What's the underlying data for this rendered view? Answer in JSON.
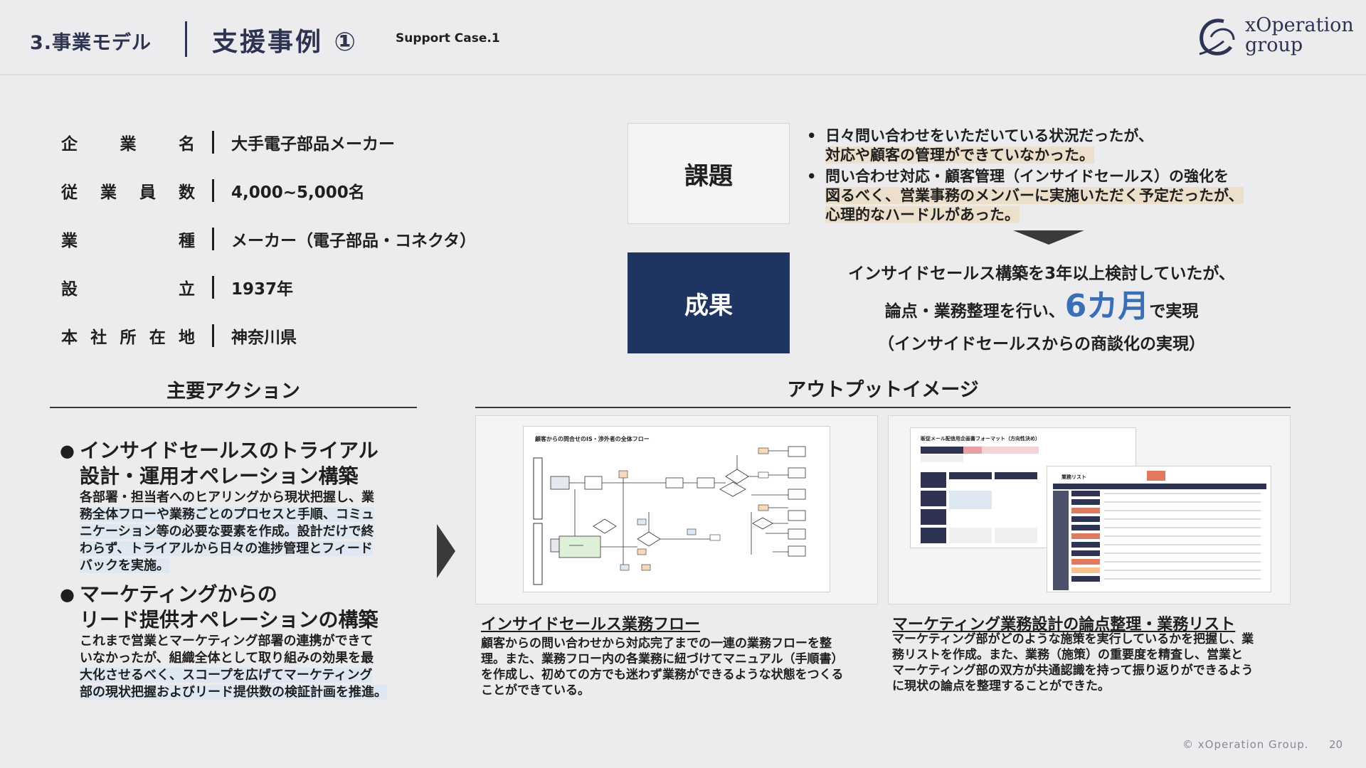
{
  "header": {
    "section": "3.事業モデル",
    "title": "支援事例 ①",
    "subtitle": "Support Case.1",
    "logo_line1": "xOperation",
    "logo_line2": "group"
  },
  "company": [
    {
      "key_chars": [
        "企",
        "業",
        "名"
      ],
      "value": "大手電子部品メーカー"
    },
    {
      "key_chars": [
        "従",
        "業",
        "員",
        "数"
      ],
      "value": "4,000~5,000名"
    },
    {
      "key_chars": [
        "業",
        "種"
      ],
      "value": "メーカー（電子部品・コネクタ）"
    },
    {
      "key_chars": [
        "設",
        "立"
      ],
      "value": "1937年"
    },
    {
      "key_chars": [
        "本",
        "社",
        "所",
        "在",
        "地"
      ],
      "value": "神奈川県"
    }
  ],
  "issue": {
    "label": "課題",
    "bullet1_line1": "日々問い合わせをいただいている状況だったが、",
    "bullet1_line2": "対応や顧客の管理ができていなかった。",
    "bullet2_line1": "問い合わせ対応・顧客管理（インサイドセールス）の強化を",
    "bullet2_line2": "図るべく、営業事務のメンバーに実施いただく予定だったが、",
    "bullet2_line3": "心理的なハードルがあった。",
    "dot": "•"
  },
  "result": {
    "label": "成果",
    "line1": "インサイドセールス構築を3年以上検討していたが、",
    "line2_pre": "論点・業務整理を行い、",
    "line2_big": "6カ月",
    "line2_post": "で実現",
    "line3": "（インサイドセールスからの商談化の実現）"
  },
  "actions": {
    "heading": "主要アクション",
    "items": [
      {
        "title1": "インサイドセールスのトライアル",
        "title2": "設計・運用オペレーション構築",
        "body": [
          "各部署・担当者へのヒアリングから現状把握し、業",
          "務全体フローや業務ごとのプロセスと手順、コミュ",
          "ニケーション等の必要な要素を作成。設計だけで終",
          "わらず、トライアルから日々の進捗管理とフィード",
          "バックを実施。"
        ]
      },
      {
        "title1": "マーケティングからの",
        "title2": "リード提供オペレーションの構築",
        "body": [
          "これまで営業とマーケティング部署の連携ができて",
          "いなかったが、組織全体として取り組みの効果を最",
          "大化させるべく、スコープを広げてマーケティング",
          "部の現状把握およびリード提供数の検証計画を推進。"
        ]
      }
    ],
    "bullet": "●"
  },
  "output": {
    "heading": "アウトプットイメージ",
    "panels": [
      {
        "caption": "インサイドセールス業務フロー",
        "thumb_title": "顧客からの問合せのIS・渉外者の全体フロー",
        "body": [
          "顧客からの問い合わせから対応完了までの一連の業務フローを整",
          "理。また、業務フロー内の各業務に紐づけてマニュアル（手順書）",
          "を作成し、初めての方でも迷わず業務ができるような状態をつくる",
          "ことができている。"
        ]
      },
      {
        "caption": "マーケティング業務設計の論点整理・業務リスト",
        "thumb_title": "販促メール配信用企画書フォーマット（方向性決め）",
        "thumb_title2": "業務リスト",
        "body": [
          "マーケティング部がどのような施策を実行しているかを把握し、業",
          "務リストを作成。また、業務（施策）の重要度を精査し、営業と",
          "マーケティング部の双方が共通認識を持って振り返りができるよう",
          "に現状の論点を整理することができた。"
        ]
      }
    ]
  },
  "footer": {
    "copyright": "© xOperation Group.",
    "page": "20"
  },
  "colors": {
    "navy": "#1f3561",
    "accent_blue": "#3a6fb6",
    "highlight_beige": "#ecdfcb",
    "highlight_blue": "#dde8f3"
  }
}
